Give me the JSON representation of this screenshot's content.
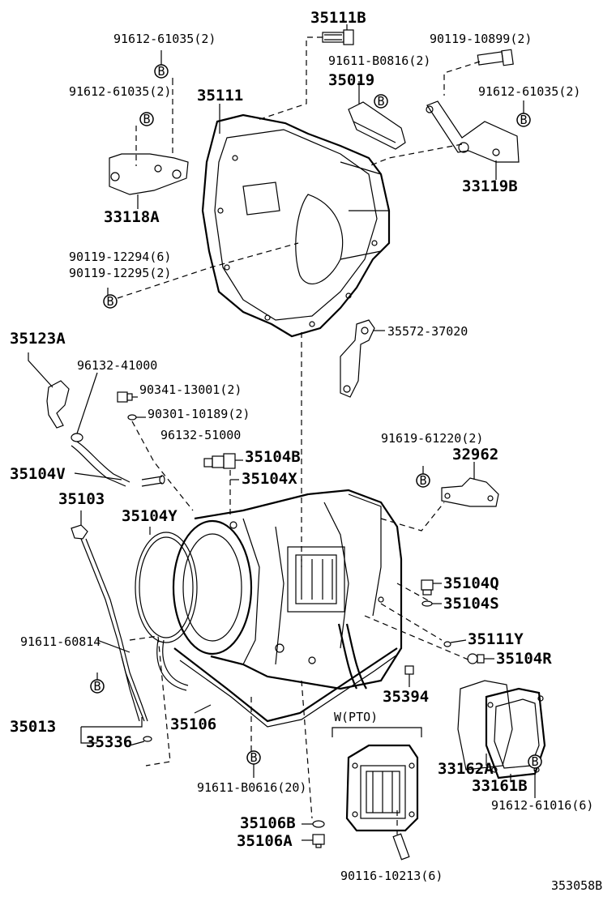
{
  "labels": {
    "p35111B": "35111B",
    "p91612_61035_a": "91612-61035(2)",
    "p90119_10899": "90119-10899(2)",
    "p91611_B0816": "91611-B0816(2)",
    "p91612_61035_b": "91612-61035(2)",
    "p35019": "35019",
    "p35111": "35111",
    "p91612_61035_c": "91612-61035(2)",
    "p33119B": "33119B",
    "p33118A": "33118A",
    "p90119_12294": "90119-12294(6)",
    "p90119_12295": "90119-12295(2)",
    "p35572_37020": "35572-37020",
    "p35123A": "35123A",
    "p96132_41000": "96132-41000",
    "p90341_13001": "90341-13001(2)",
    "p90301_10189": "90301-10189(2)",
    "p96132_51000": "96132-51000",
    "p35104B": "35104B",
    "p35104X": "35104X",
    "p35104V": "35104V",
    "p91619_61220": "91619-61220(2)",
    "p32962": "32962",
    "p35103": "35103",
    "p35104Y": "35104Y",
    "p35104Q": "35104Q",
    "p35104S": "35104S",
    "p35111Y": "35111Y",
    "p35104R": "35104R",
    "p91611_60814": "91611-60814",
    "p35394": "35394",
    "p35013": "35013",
    "p35106": "35106",
    "p35336": "35336",
    "p_w_pto": "W(PTO)",
    "p33162A": "33162A",
    "p33161B": "33161B",
    "p91612_61016": "91612-61016(6)",
    "p91611_B0616": "91611-B0616(20)",
    "p35106B": "35106B",
    "p35106A": "35106A",
    "p90116_10213": "90116-10213(6)",
    "ref": "353058B"
  },
  "markers": {
    "b": "B"
  }
}
